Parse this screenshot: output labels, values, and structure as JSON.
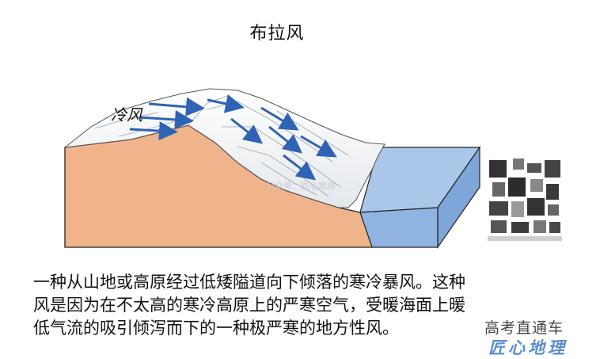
{
  "title": "布拉风",
  "labels": {
    "cold_wind": "冷风",
    "overlay_watermark": "公众号：匠心地理"
  },
  "caption_lines": [
    "一种从山地或高原经过低矮隘道向下倾落的寒冷暴风。这种",
    "风是因为在不太高的寒冷高原上的严寒空气，受暖海面上暖",
    "低气流的吸引倾泻而下的一种极严寒的地方性风。"
  ],
  "watermark": {
    "line1": "高考直通车",
    "line2": "匠心地理"
  },
  "colors": {
    "land": "#f0b48a",
    "snow": "#f4f6f8",
    "sea_top": "#aac7ea",
    "sea_front": "#8fb4e2",
    "arrow": "#2f63b5"
  }
}
